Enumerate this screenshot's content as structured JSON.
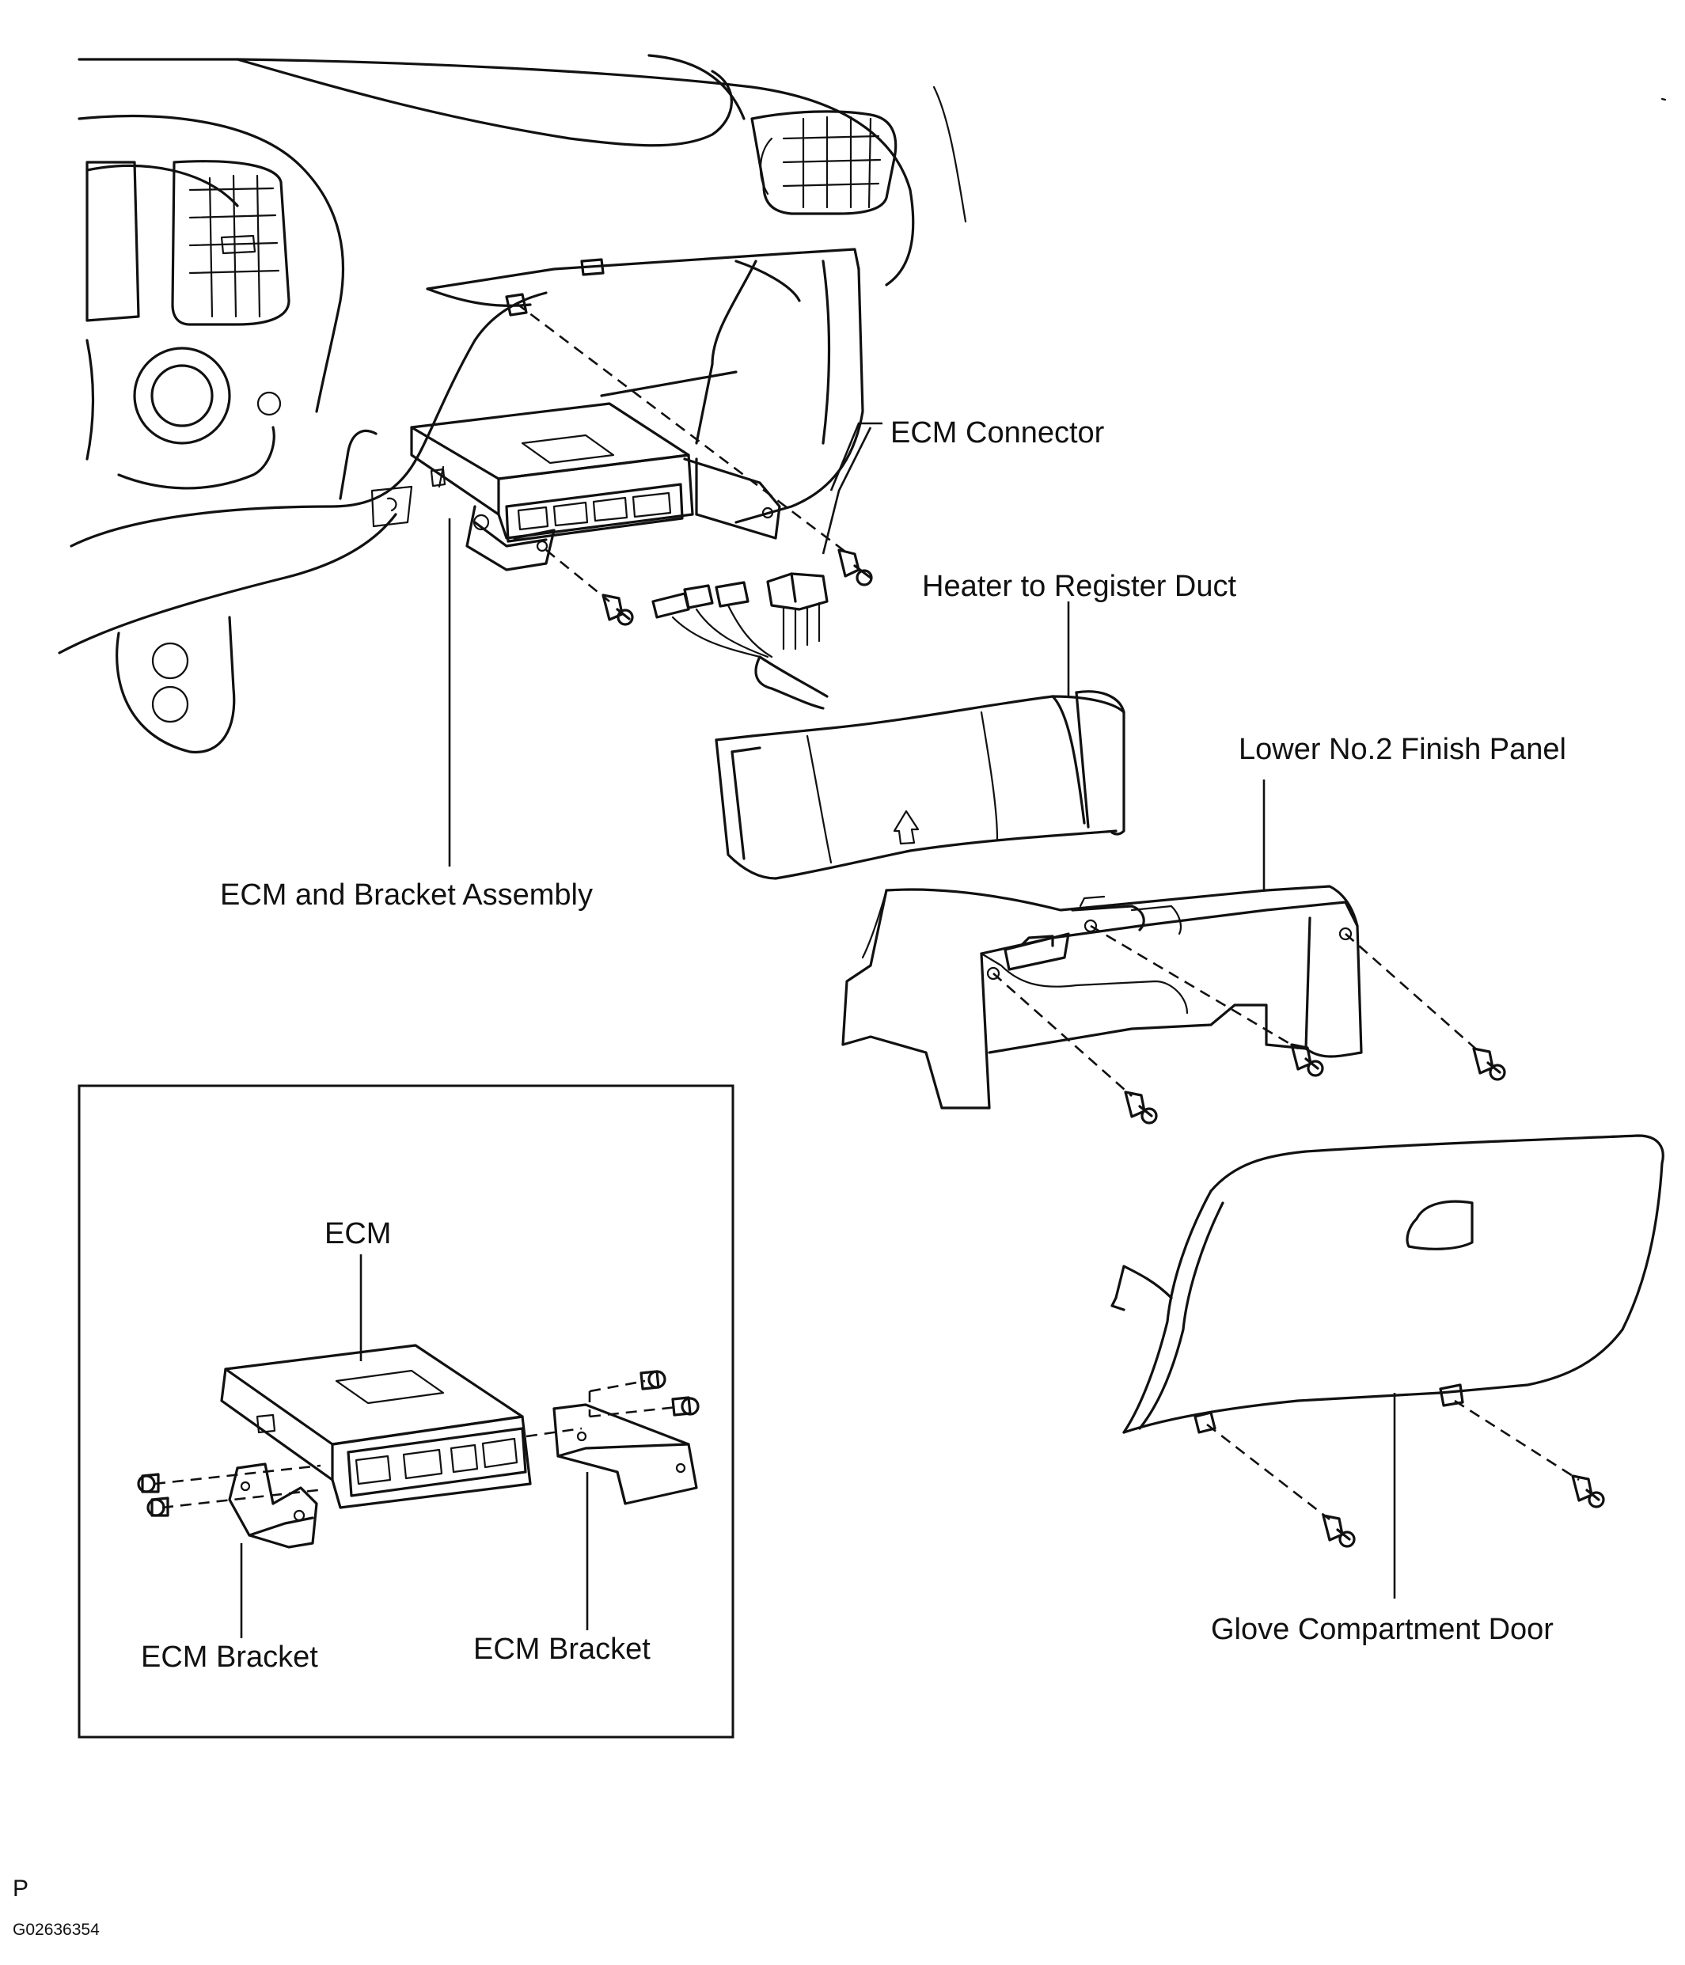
{
  "labels": {
    "ecm_connector": "ECM Connector",
    "heater_duct": "Heater to Register Duct",
    "lower_finish_panel": "Lower No.2 Finish Panel",
    "ecm_bracket_assembly": "ECM and Bracket Assembly",
    "ecm": "ECM",
    "ecm_bracket_left": "ECM Bracket",
    "ecm_bracket_right": "ECM Bracket",
    "glove_door": "Glove Compartment Door"
  },
  "reference": {
    "letter": "P",
    "code": "G02636354"
  }
}
